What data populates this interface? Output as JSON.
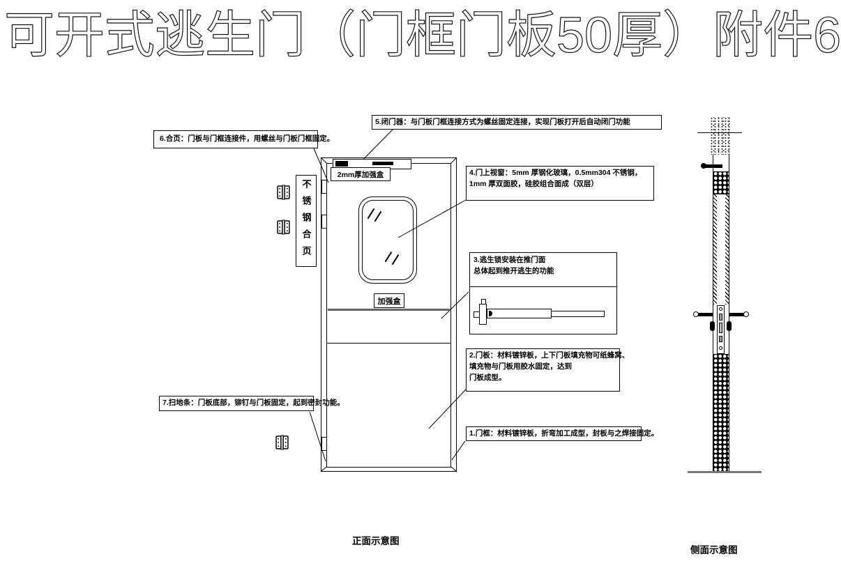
{
  "title": "可开式逃生门（门框门板50厚）附件6",
  "callouts": {
    "closer": "5.闭门器：与门板门框连接方式为螺丝固定连接，实现门板打开后自动闭门功能",
    "hinge": "6.合页：门板与门框连接件，用螺丝与门板门框固定。",
    "window_l1": "4.门上视窗：5mm 厚钢化玻璃，0.5mm304 不锈钢，",
    "window_l2": "1mm 厚双面胶，硅胶组合面成（双层）",
    "lock_l1": "3.逃生锁安装在推门面",
    "lock_l2": "总体起到推开逃生的功能",
    "panel_l1": "2.门板：材料镀锌板，上下门板填充物可纸蜂窝、",
    "panel_l2": "填充物与门板用胶水固定，达到",
    "panel_l3": "门板成型。",
    "frame": "1.门框：材料镀锌板，折弯加工成型，封板与之焊接固定。",
    "sweep": "7.扫地条：门板底部，铆钉与门板固定，起到密封功能。"
  },
  "front_view": {
    "caption": "正面示意图",
    "top_reinforcement_label": "2mm厚加强盒",
    "mid_reinforcement_label": "加强盒",
    "hinge_column_label": "不锈钢合页"
  },
  "side_view": {
    "caption": "侧面示意图"
  },
  "colors": {
    "line": "#000000",
    "band": "#666666",
    "background": "#ffffff"
  }
}
